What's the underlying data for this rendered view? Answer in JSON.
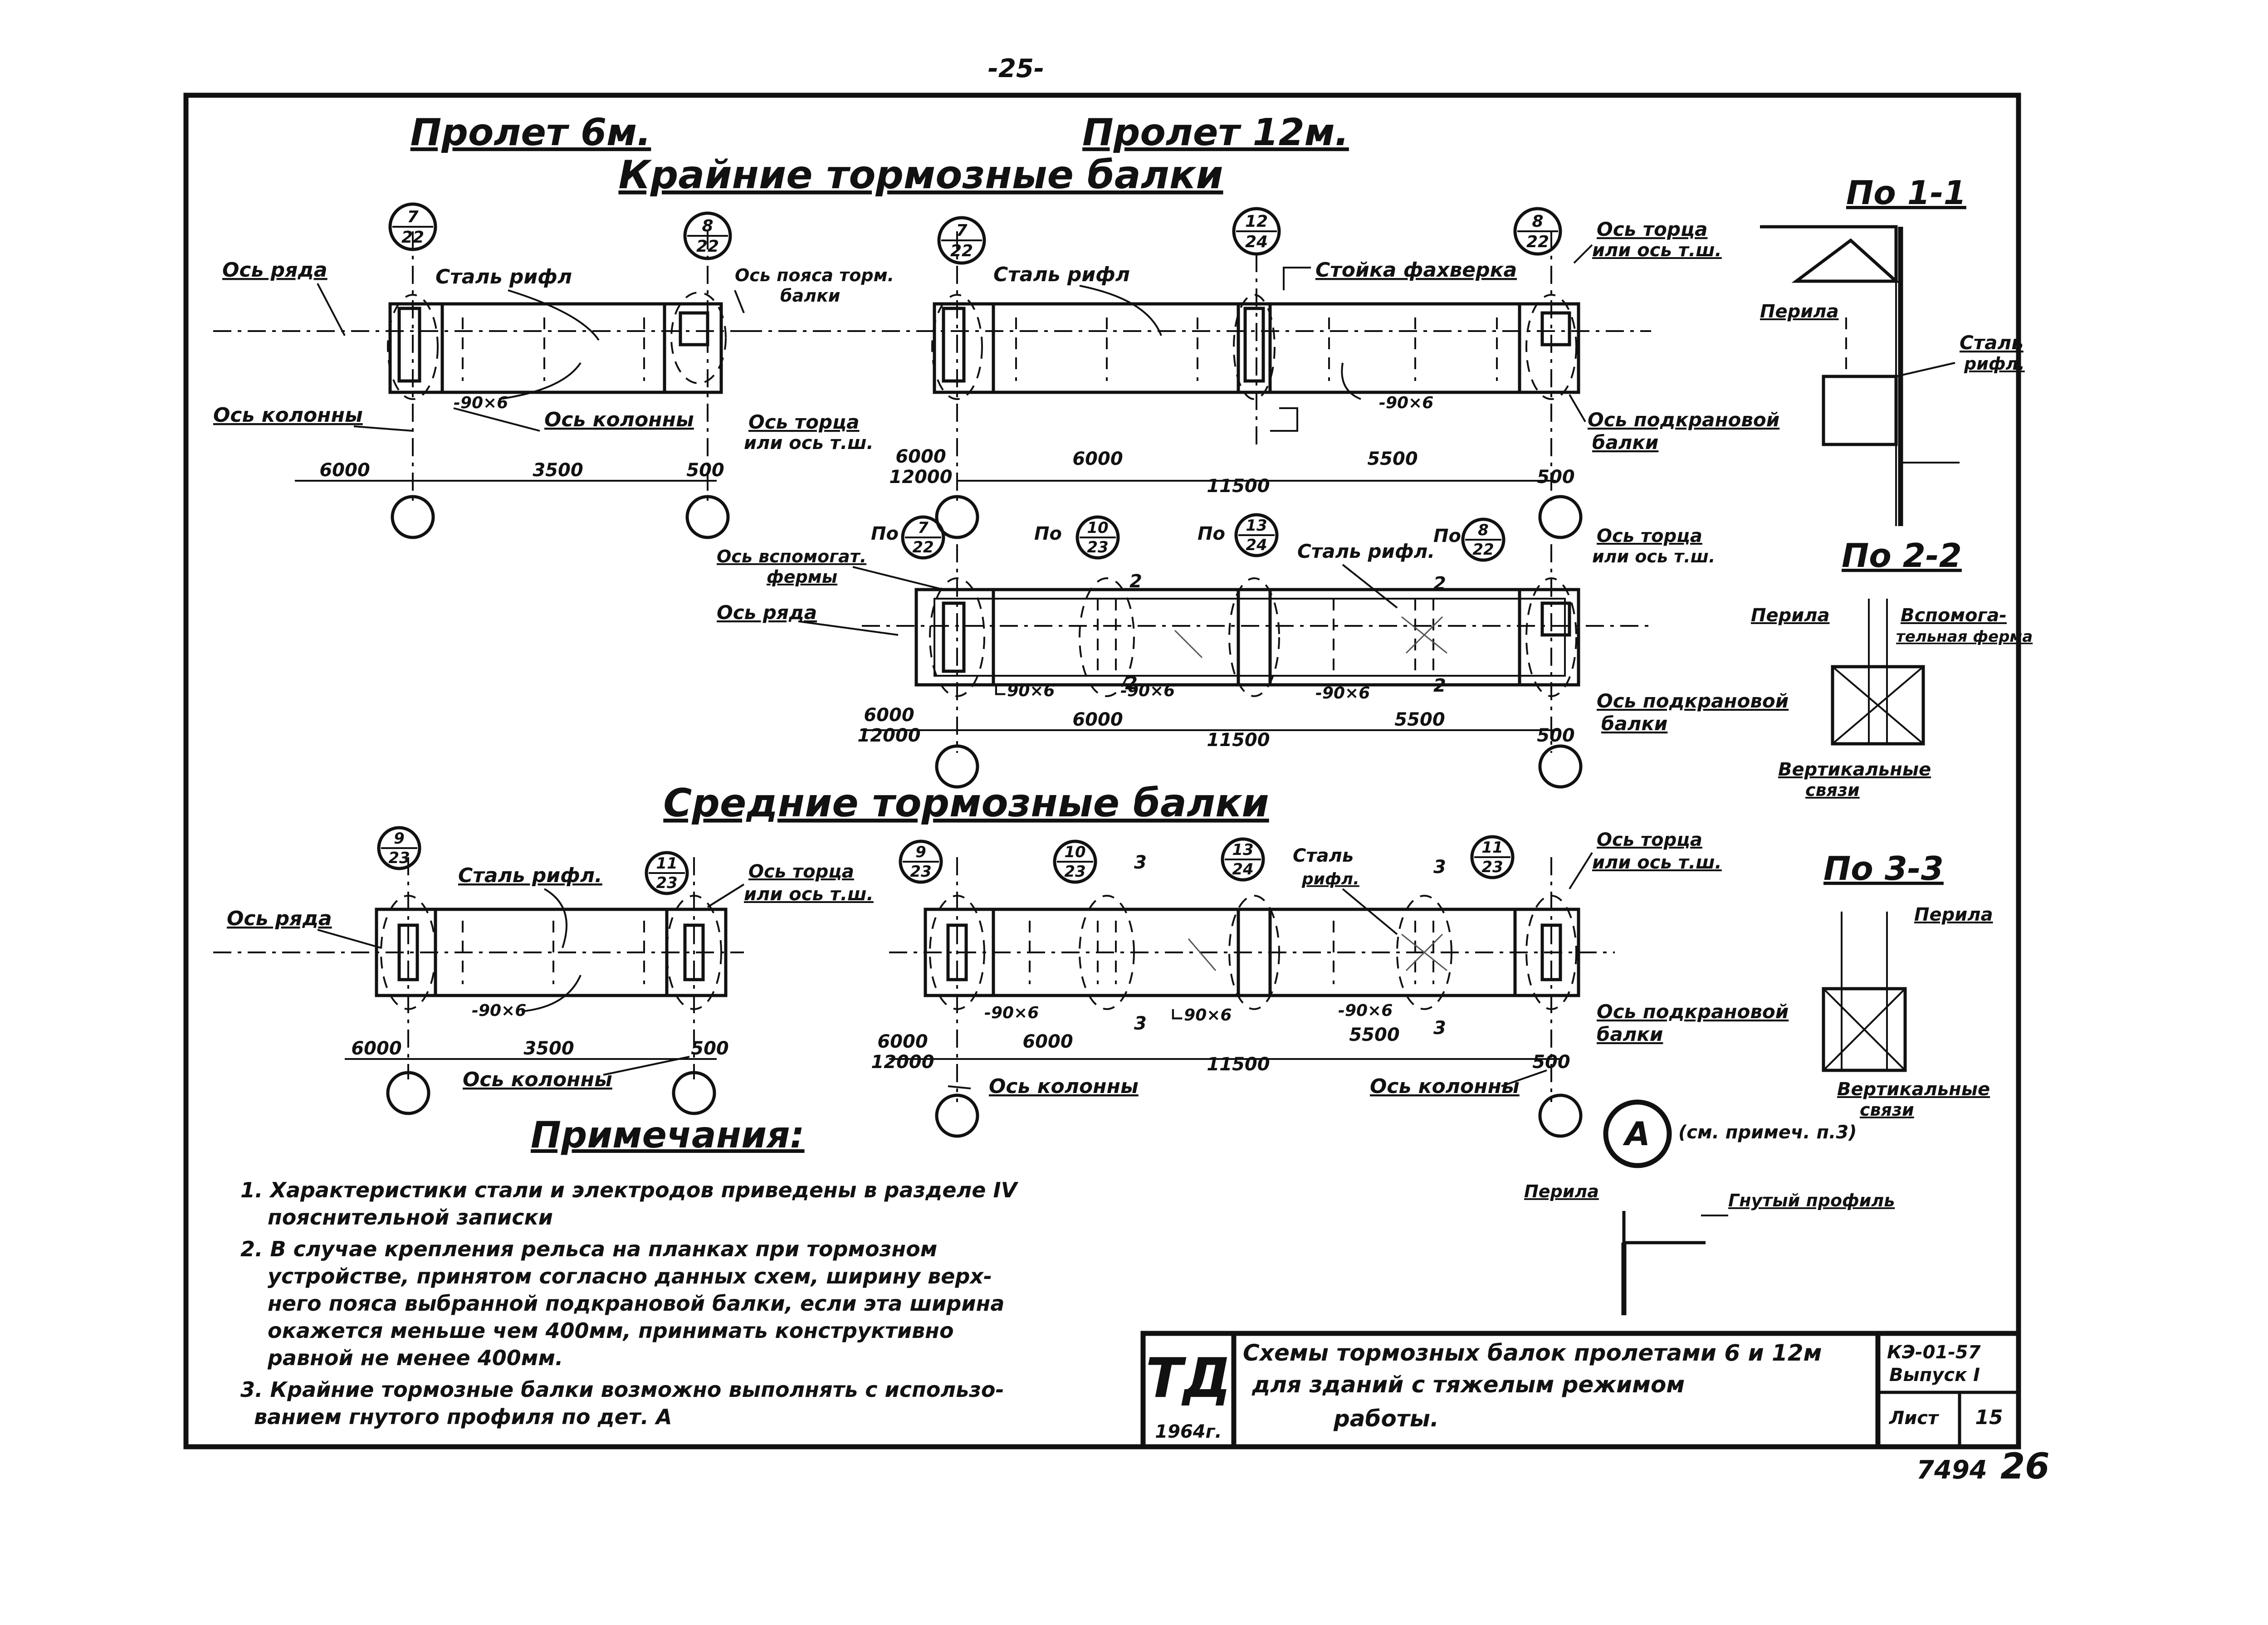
{
  "page_number": "-25-",
  "headings": {
    "span6": "Пролет 6м.",
    "span12": "Пролет 12м.",
    "edge_beams": "Крайние тормозные балки",
    "middle_beams": "Средние тормозные балки"
  },
  "labels": {
    "row_axis": "Ось ряда",
    "column_axis": "Ось колонны",
    "steel_rifl": "Сталь рифл",
    "steel_rifl_dot": "Сталь рифл.",
    "belt_axis_1": "Ось пояса торм.",
    "belt_axis_2": "балки",
    "end_axis_1": "Ось торца",
    "end_axis_2": "или ось т.ш.",
    "fachwerk_post": "Стойка фахверка",
    "crane_beam_axis_1": "Ось подкрановой",
    "crane_beam_axis_2": "балки",
    "aux_truss_axis_1": "Ось вспомогат.",
    "aux_truss_axis_2": "фермы",
    "steel": "Сталь",
    "rifl": "рифл.",
    "plate_90x6": "-90×6",
    "angle_90x6": "∟90×6",
    "po": "По"
  },
  "dimensions": {
    "d6000": "6000",
    "d12000": "12000",
    "d3500": "3500",
    "d5500": "5500",
    "d11500": "11500",
    "d500": "500"
  },
  "callouts": [
    {
      "top": "7",
      "bottom": "22"
    },
    {
      "top": "8",
      "bottom": "22"
    },
    {
      "top": "12",
      "bottom": "24"
    },
    {
      "top": "10",
      "bottom": "23"
    },
    {
      "top": "13",
      "bottom": "24"
    },
    {
      "top": "9",
      "bottom": "23"
    },
    {
      "top": "11",
      "bottom": "23"
    }
  ],
  "sections": {
    "s1": "По 1-1",
    "s2": "По 2-2",
    "s3": "По 3-3",
    "railing": "Перила",
    "aux_truss_a": "Вспомога-",
    "aux_truss_b": "тельная ферма",
    "vertical_bracing_a": "Вертикальные",
    "vertical_bracing_b": "связи",
    "bent_profile": "Гнутый профиль",
    "detail_letter": "А",
    "detail_ref": "(см. примеч. п.3)",
    "cut_1": "1",
    "cut_2": "2",
    "cut_3": "3"
  },
  "notes": {
    "title": "Примечания:",
    "n1_a": "1. Характеристики стали и электродов приведены в разделе IV",
    "n1_b": "пояснительной записки",
    "n2_a": "2. В случае крепления рельса на планках при тормозном",
    "n2_b": "устройстве, принятом согласно данных схем, ширину верх-",
    "n2_c": "него пояса выбранной подкрановой балки, если эта ширина",
    "n2_d": "окажется меньше чем 400мм, принимать конструктивно",
    "n2_e": "равной не менее 400мм.",
    "n3_a": "3. Крайние тормозные балки возможно выполнять с использо-",
    "n3_b": "ванием гнутого профиля по дет. А"
  },
  "title_block": {
    "logo": "ТД",
    "year": "1964г.",
    "title_a": "Схемы тормозных балок пролетами 6 и 12м",
    "title_b": "для зданий с тяжелым режимом",
    "title_c": "работы.",
    "series": "КЭ-01-57",
    "issue": "Выпуск I",
    "sheet_label": "Лист",
    "sheet_no": "15"
  },
  "stamp": {
    "archive_no": "7494",
    "page": "26"
  }
}
